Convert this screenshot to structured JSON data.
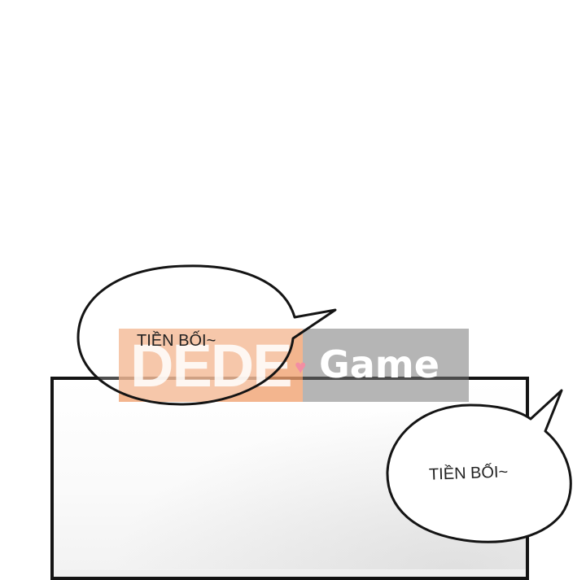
{
  "watermark": {
    "logo_text": "DEDE",
    "heart_glyph": "♥",
    "brand_text": "Game",
    "colors": {
      "left_bg": "#f0a06e",
      "right_bg": "#787878",
      "heart": "#f38ea3"
    }
  },
  "bubbles": [
    {
      "text": "TIỀN BỐI~"
    },
    {
      "text": "TIỀN BỐI~"
    }
  ],
  "colors": {
    "outline": "#141414",
    "page": "#ffffff"
  }
}
